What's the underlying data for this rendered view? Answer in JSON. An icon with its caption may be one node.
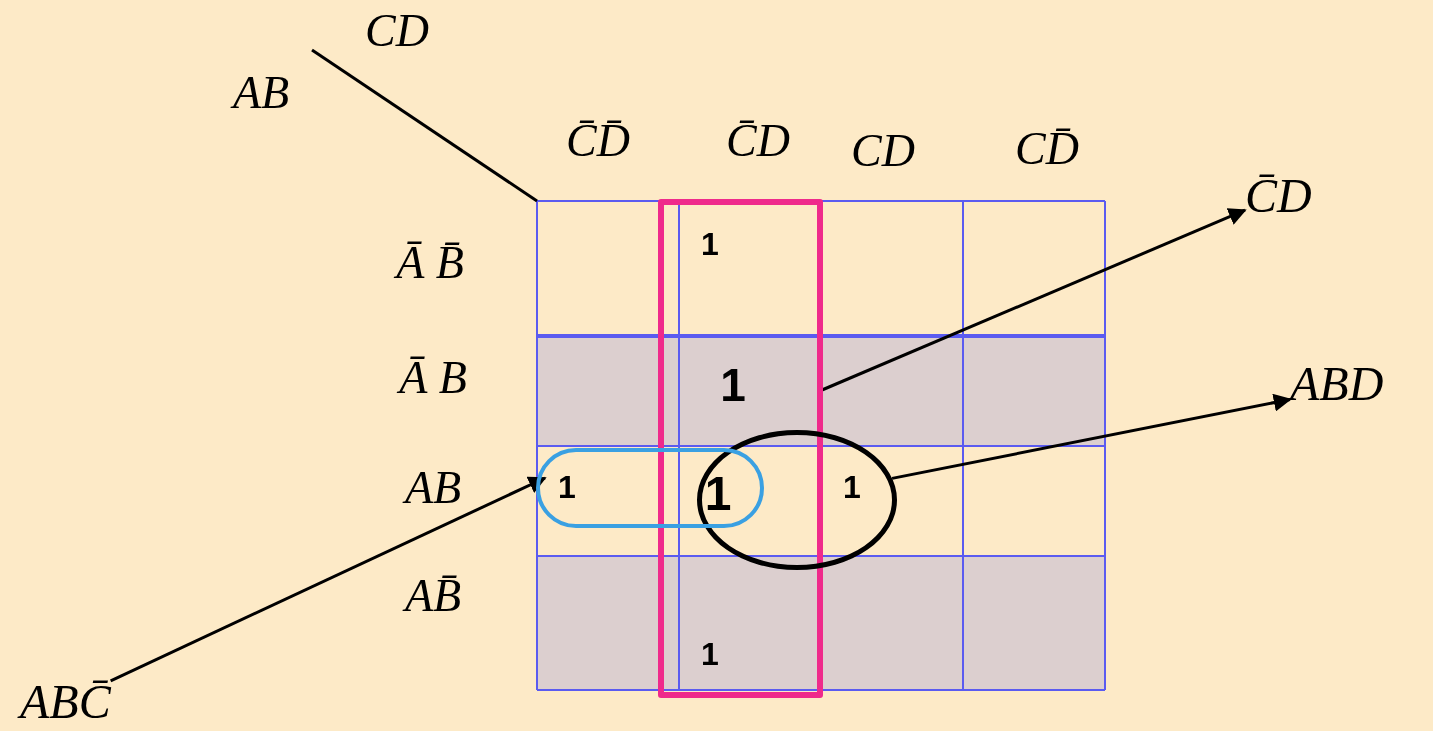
{
  "diagram": {
    "nodes": [
      {
        "text": [],
        "shape": "box"
      },
      {
        "text": [
          "C̄D"
        ]
      },
      {
        "text": [
          "ABD"
        ]
      },
      {
        "text": [],
        "shape": "ellipse"
      },
      {
        "text": [],
        "shape": "box"
      },
      {
        "text": [
          "ABC̄"
        ]
      }
    ],
    "edges": [
      {
        "from": 0,
        "to": 1,
        "arrow": "to"
      },
      {
        "from": 3,
        "to": 2,
        "arrow": "to"
      },
      {
        "from": 5,
        "to": 4,
        "arrow": "to"
      }
    ],
    "labels": [
      "CD",
      "AB",
      "C̄D̄",
      "C̄D",
      "CD",
      "CD̄",
      "Ā B̄",
      "1",
      "Ā B",
      "1",
      "AB",
      "1",
      "1",
      "1",
      "AB̄",
      "1"
    ]
  }
}
